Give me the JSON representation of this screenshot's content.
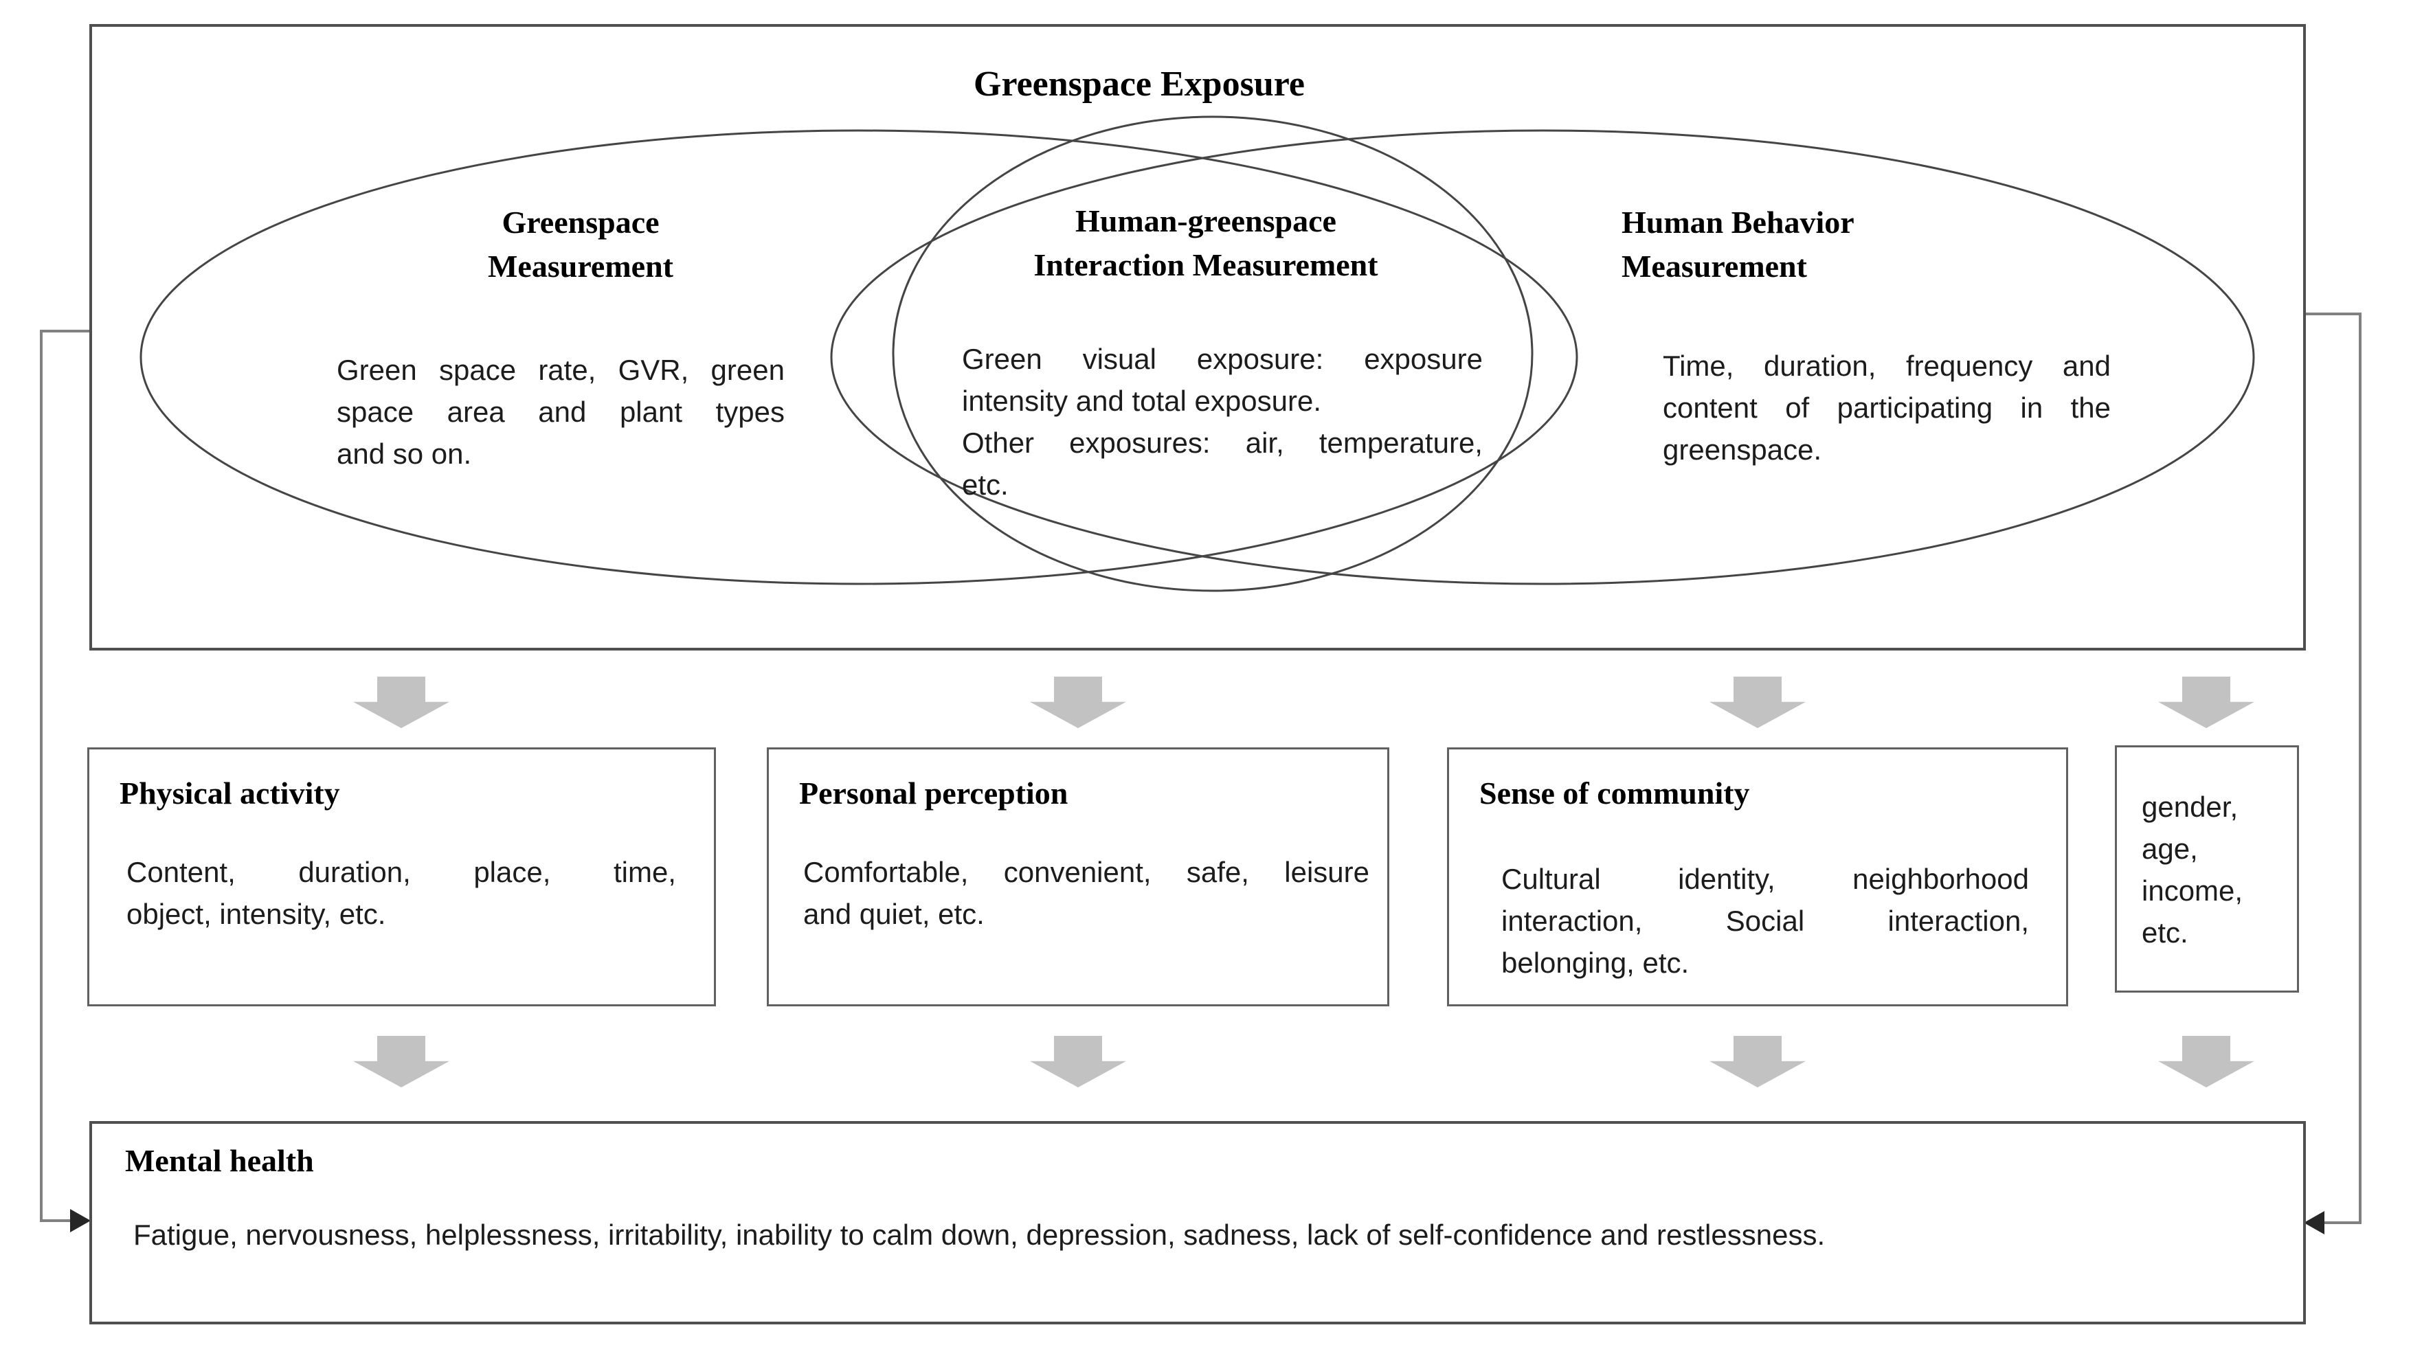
{
  "diagram_title": "Greenspace Exposure",
  "venn": {
    "left": {
      "title": "Greenspace\nMeasurement",
      "body_lines": [
        {
          "t": "Green space rate, GVR, green",
          "j": true
        },
        {
          "t": "space area and plant types",
          "j": true
        },
        {
          "t": "and so on.",
          "j": false
        }
      ]
    },
    "middle": {
      "title": "Human-greenspace\nInteraction Measurement",
      "body_lines": [
        {
          "t": "Green visual exposure: exposure",
          "j": true
        },
        {
          "t": "intensity and total exposure.",
          "j": false
        },
        {
          "t": "Other exposures: air, temperature,",
          "j": true
        },
        {
          "t": "etc.",
          "j": false
        }
      ]
    },
    "right": {
      "title": "Human Behavior\nMeasurement",
      "body_lines": [
        {
          "t": "Time, duration, frequency and",
          "j": true
        },
        {
          "t": "content of participating in the",
          "j": true
        },
        {
          "t": "greenspace.",
          "j": false
        }
      ]
    }
  },
  "boxes": {
    "physical_activity": {
      "title": "Physical activity",
      "body_lines": [
        {
          "t": "Content, duration, place, time,",
          "j": true
        },
        {
          "t": "object, intensity, etc.",
          "j": false
        }
      ]
    },
    "personal_perception": {
      "title": "Personal perception",
      "body_lines": [
        {
          "t": "Comfortable, convenient, safe, leisure",
          "j": true
        },
        {
          "t": "and quiet, etc.",
          "j": false
        }
      ]
    },
    "sense_of_community": {
      "title": "Sense of community",
      "body_lines": [
        {
          "t": "Cultural identity, neighborhood",
          "j": true
        },
        {
          "t": "interaction, Social interaction,",
          "j": true
        },
        {
          "t": "belonging, etc.",
          "j": false
        }
      ]
    },
    "demographics": {
      "body_lines": [
        {
          "t": "gender,",
          "j": false
        },
        {
          "t": "age,",
          "j": false
        },
        {
          "t": "income,",
          "j": false
        },
        {
          "t": "etc.",
          "j": false
        }
      ]
    }
  },
  "mental_health": {
    "title": "Mental health",
    "body": "Fatigue, nervousness, helplessness, irritability, inability to calm down, depression, sadness, lack of self-confidence and restlessness."
  },
  "colors": {
    "border_dark": "#4f4f4f",
    "box_border": "#616161",
    "arrow_fill": "#c2c2c2",
    "feedback_line": "#808080",
    "arrowhead": "#262626",
    "text": "#1c1c1c"
  }
}
